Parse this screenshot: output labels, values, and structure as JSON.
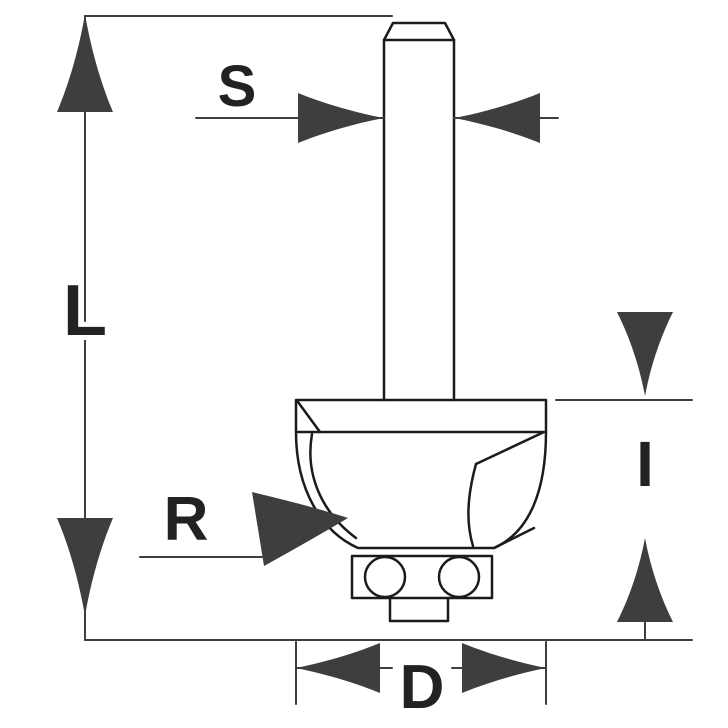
{
  "diagram": {
    "labels": {
      "shank_diameter": "S",
      "overall_length": "L",
      "radius": "R",
      "cutting_height": "I",
      "diameter": "D"
    },
    "colors": {
      "background": "#ffffff",
      "outline": "#1b1b1b",
      "dimension": "#3e3e3e",
      "text": "#222222"
    }
  }
}
